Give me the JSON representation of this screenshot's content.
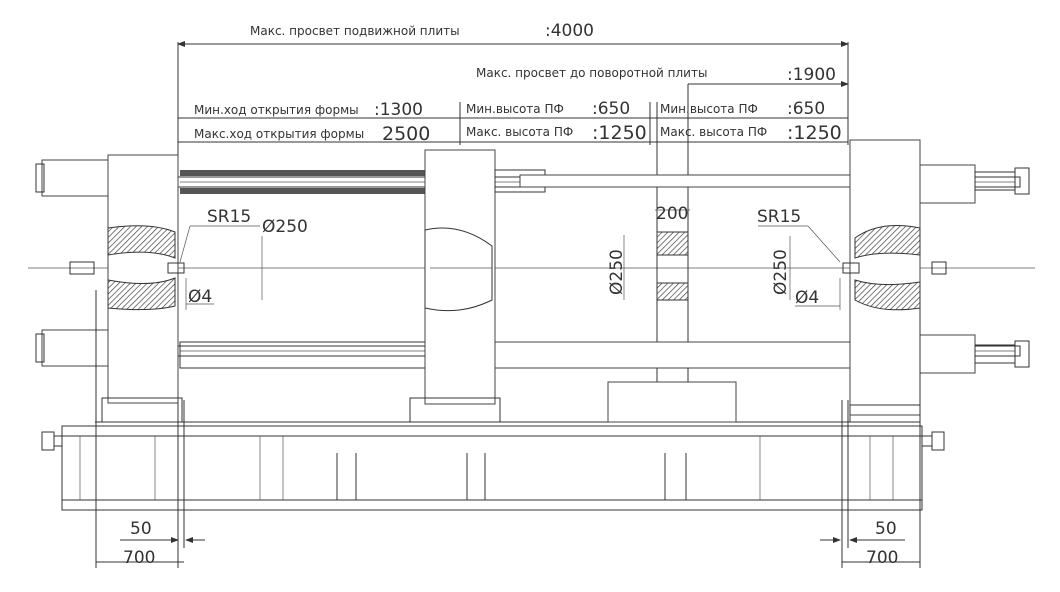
{
  "dimensions": {
    "max_opening_moving_platen": {
      "label": "Макс. просвет подвижной плиты",
      "value": ":4000"
    },
    "max_opening_rotary_platen": {
      "label": "Макс. просвет до поворотной плиты",
      "value": ":1900"
    },
    "min_mold_stroke": {
      "label": "Мин.ход открытия формы",
      "value": ":1300"
    },
    "max_mold_stroke": {
      "label": "Макс.ход открытия формы",
      "value": "2500"
    },
    "min_height_1": {
      "label": "Мин.высота ПФ",
      "value": ":650"
    },
    "max_height_1": {
      "label": "Макс. высота ПФ",
      "value": ":1250"
    },
    "min_height_2": {
      "label": "Мин.высота ПФ",
      "value": ":650"
    },
    "max_height_2": {
      "label": "Макс. высота ПФ",
      "value": ":1250"
    }
  },
  "callouts": {
    "sr_left": "SR15",
    "dia_left": "Ø250",
    "d4_left": "Ø4",
    "width_center": "200",
    "dia_center": "Ø250",
    "sr_right": "SR15",
    "dia_right": "Ø250",
    "d4_right": "Ø4"
  },
  "bottom": {
    "left_small": "50",
    "left_large": "700",
    "right_small": "50",
    "right_large": "700"
  }
}
